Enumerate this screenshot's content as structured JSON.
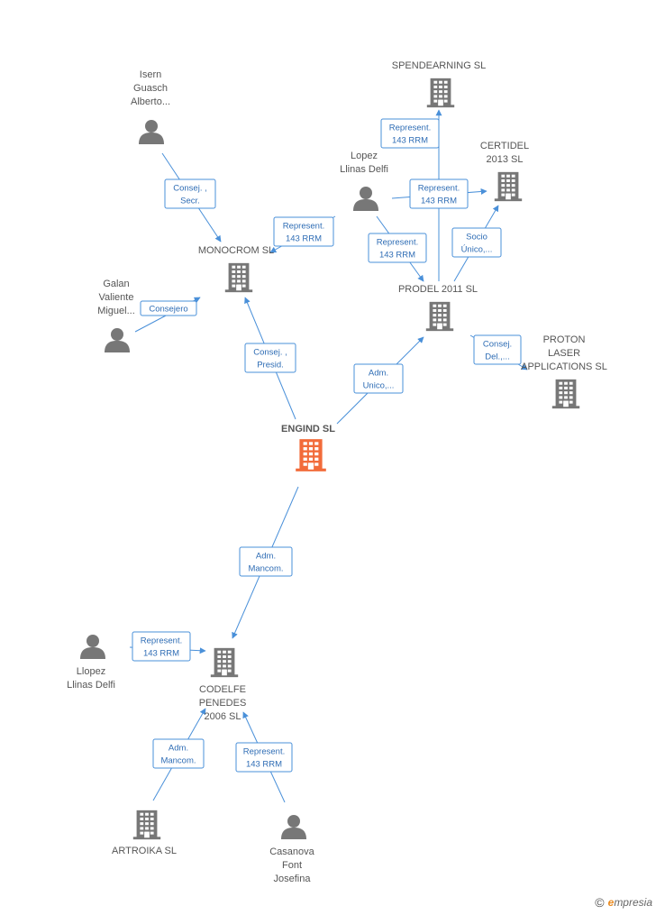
{
  "nodes": [
    {
      "id": "engind",
      "type": "company",
      "highlight": true,
      "label": [
        "ENGIND SL"
      ]
    },
    {
      "id": "isern",
      "type": "person",
      "label": [
        "Isern",
        "Guasch",
        "Alberto..."
      ]
    },
    {
      "id": "monocrom",
      "type": "company",
      "label": [
        "MONOCROM  SL"
      ]
    },
    {
      "id": "galan",
      "type": "person",
      "label": [
        "Galan",
        "Valiente",
        "Miguel..."
      ]
    },
    {
      "id": "spendearning",
      "type": "company",
      "label": [
        "SPENDEARNING SL"
      ]
    },
    {
      "id": "lopez1",
      "type": "person",
      "label": [
        "Lopez",
        "Llinas Delfi"
      ]
    },
    {
      "id": "certidel",
      "type": "company",
      "label": [
        "CERTIDEL",
        "2013  SL"
      ]
    },
    {
      "id": "prodel",
      "type": "company",
      "label": [
        "PRODEL 2011 SL"
      ]
    },
    {
      "id": "proton",
      "type": "company",
      "label": [
        "PROTON",
        "LASER",
        "APPLICATIONS SL"
      ]
    },
    {
      "id": "codelfe",
      "type": "company",
      "label": [
        "CODELFE",
        "PENEDES",
        "2006 SL"
      ]
    },
    {
      "id": "llopez",
      "type": "person",
      "label": [
        "Llopez",
        "Llinas Delfi"
      ]
    },
    {
      "id": "artroika",
      "type": "company",
      "label": [
        "ARTROIKA  SL"
      ]
    },
    {
      "id": "casanova",
      "type": "person",
      "label": [
        "Casanova",
        "Font",
        "Josefina"
      ]
    }
  ],
  "edges": [
    {
      "from": "isern",
      "to": "monocrom",
      "label": [
        "Consej. ,",
        "Secr."
      ]
    },
    {
      "from": "galan",
      "to": "monocrom",
      "label": [
        "Consejero"
      ]
    },
    {
      "from": "lopez1",
      "to": "monocrom",
      "label": [
        "Represent.",
        "143 RRM"
      ]
    },
    {
      "from": "engind",
      "to": "monocrom",
      "label": [
        "Consej. ,",
        "Presid."
      ]
    },
    {
      "from": "prodel",
      "to": "spendearning",
      "label": [
        "Represent.",
        "143 RRM"
      ]
    },
    {
      "from": "lopez1",
      "to": "certidel",
      "label": [
        "Represent.",
        "143 RRM"
      ]
    },
    {
      "from": "lopez1",
      "to": "prodel",
      "label": [
        "Represent.",
        "143 RRM"
      ]
    },
    {
      "from": "prodel",
      "to": "certidel",
      "label": [
        "Socio",
        "Único,..."
      ]
    },
    {
      "from": "engind",
      "to": "prodel",
      "label": [
        "Adm.",
        "Unico,..."
      ]
    },
    {
      "from": "prodel",
      "to": "proton",
      "label": [
        "Consej.",
        "Del.,..."
      ]
    },
    {
      "from": "engind",
      "to": "codelfe",
      "label": [
        "Adm.",
        "Mancom."
      ]
    },
    {
      "from": "llopez",
      "to": "codelfe",
      "label": [
        "Represent.",
        "143 RRM"
      ]
    },
    {
      "from": "artroika",
      "to": "codelfe",
      "label": [
        "Adm.",
        "Mancom."
      ]
    },
    {
      "from": "casanova",
      "to": "codelfe",
      "label": [
        "Represent.",
        "143 RRM"
      ]
    }
  ],
  "footer": {
    "copyright": "©",
    "brand_initial": "e",
    "brand_rest": "mpresia"
  },
  "colors": {
    "edge": "#4a90d9",
    "node": "#777777",
    "highlight": "#f26b3a"
  }
}
